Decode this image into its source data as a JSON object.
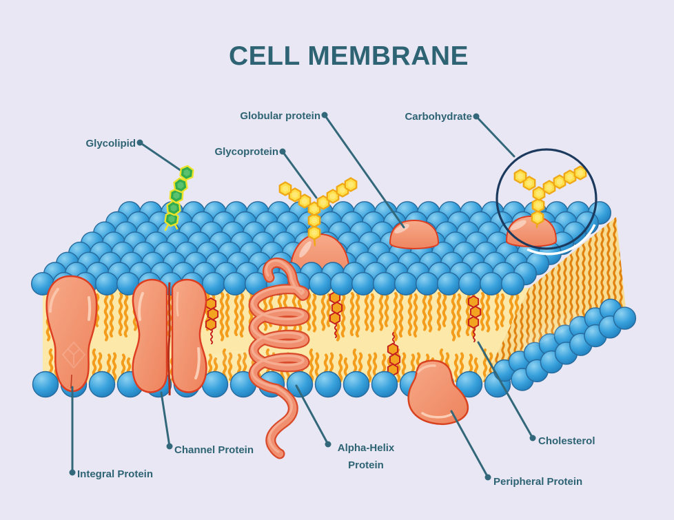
{
  "title": "CELL MEMBRANE",
  "labels": {
    "glycolipid": "Glycolipid",
    "globular": "Globular protein",
    "carbohydrate": "Carbohydrate",
    "glycoprotein": "Glycoprotein",
    "channel": "Channel Protein",
    "integral": "Integral Protein",
    "alpha_line1": "Alpha-Helix",
    "alpha_line2": "Protein",
    "cholesterol": "Cholesterol",
    "peripheral": "Peripheral Protein"
  },
  "colors": {
    "background": "#e8e7f3",
    "title_color": "#2e6374",
    "label_color": "#2e6374",
    "leader_color": "#33677a",
    "sphere_light": "#8ed2f2",
    "sphere_mid": "#38a1dc",
    "sphere_deep": "#1e7cbb",
    "sphere_stroke": "#27699b",
    "cream_front": "#fce9a9",
    "cream_side": "#f8dc92",
    "tail_front": "#f49c1c",
    "tail_side": "#e1820e",
    "protein_fill_light": "#f6a988",
    "protein_fill": "#ef8760",
    "protein_stroke": "#dd3d20",
    "protein_highlight": "#fbcdb4",
    "hex_green": "#33ac4e",
    "hex_green_inner": "#7bd489",
    "hex_green_stroke": "#eee32a",
    "hex_yellow": "#ffe04a",
    "hex_yellow_inner": "#fff29b",
    "hex_yellow_stroke": "#f0a816",
    "chol_fill": "#f2a31f",
    "chol_stroke": "#c6201e",
    "circle_navy": "#1c3a5e"
  }
}
